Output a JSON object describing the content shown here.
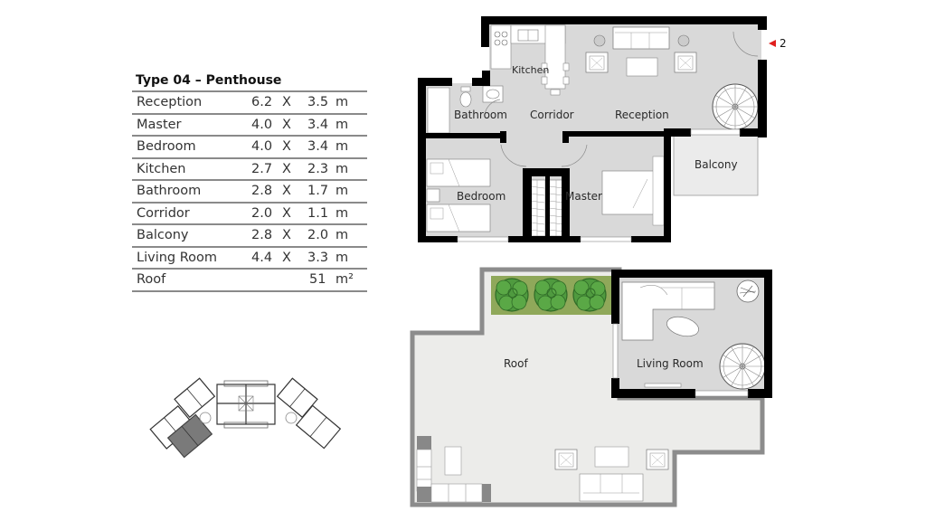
{
  "spec_table": {
    "title": "Type 04 – Penthouse",
    "separator": "X",
    "rows": [
      {
        "room": "Reception",
        "width": "6.2",
        "length": "3.5",
        "unit": "m"
      },
      {
        "room": "Master",
        "width": "4.0",
        "length": "3.4",
        "unit": "m"
      },
      {
        "room": "Bedroom",
        "width": "4.0",
        "length": "3.4",
        "unit": "m"
      },
      {
        "room": "Kitchen",
        "width": "2.7",
        "length": "2.3",
        "unit": "m"
      },
      {
        "room": "Bathroom",
        "width": "2.8",
        "length": "1.7",
        "unit": "m"
      },
      {
        "room": "Corridor",
        "width": "2.0",
        "length": "1.1",
        "unit": "m"
      },
      {
        "room": "Balcony",
        "width": "2.8",
        "length": "2.0",
        "unit": "m"
      },
      {
        "room": "Living Room",
        "width": "4.4",
        "length": "3.3",
        "unit": "m"
      },
      {
        "room": "Roof",
        "total": "51",
        "unit": "m²"
      }
    ]
  },
  "lower_floor": {
    "labels": {
      "kitchen": "Kitchen",
      "bathroom": "Bathroom",
      "corridor": "Corridor",
      "reception": "Reception",
      "balcony": "Balcony",
      "bedroom": "Bedroom",
      "master": "Master"
    },
    "entrance_marker": {
      "label": "2",
      "icon": "red-triangle-left",
      "color": "#e0201e"
    }
  },
  "upper_floor": {
    "labels": {
      "roof": "Roof",
      "living_room": "Living Room"
    }
  },
  "key_plan": {
    "highlight_color": "#7a7a7a"
  },
  "colors": {
    "wall": "#000000",
    "room_fill": "#d9d9d9",
    "balcony_fill": "#ebebeb",
    "roof_fill": "#ececea",
    "roof_parapet": "#8c8c8c",
    "planter_bg": "#8fa85a",
    "shrub": "#4f9a3f",
    "entrance_arrow": "#e0201e"
  }
}
